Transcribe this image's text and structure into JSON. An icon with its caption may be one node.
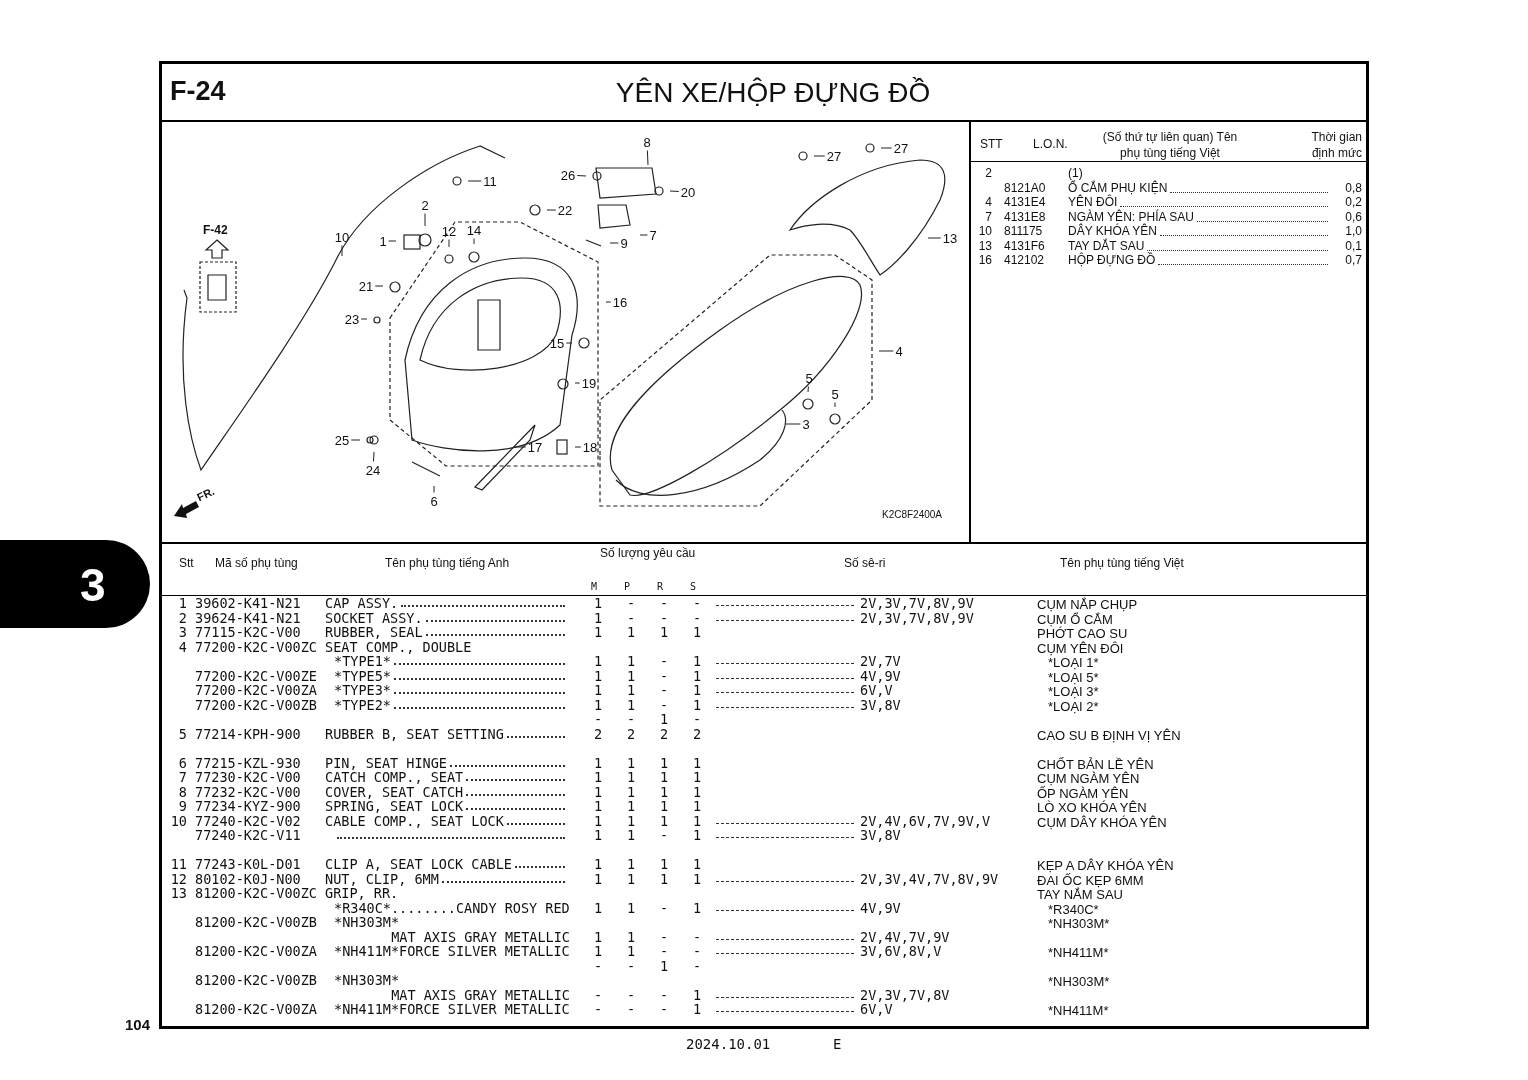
{
  "diagram": {
    "title": "YÊN XE/HỘP ĐỰNG ĐỒ",
    "nodes": [
      {
        "text": [
          "27"
        ]
      },
      {
        "text": [
          "8"
        ]
      },
      {
        "text": [
          "27"
        ]
      },
      {
        "text": [
          "26"
        ]
      },
      {
        "text": [
          "11"
        ]
      },
      {
        "text": [
          "20"
        ]
      },
      {
        "text": [
          "2"
        ]
      },
      {
        "text": [
          "22"
        ]
      },
      {
        "text": [
          "12"
        ]
      },
      {
        "text": [
          "14"
        ]
      },
      {
        "text": [
          "7"
        ]
      },
      {
        "text": [
          "10"
        ]
      },
      {
        "text": [
          "13"
        ]
      },
      {
        "text": [
          "1"
        ]
      },
      {
        "text": [
          "9"
        ]
      },
      {
        "text": [
          "21"
        ]
      },
      {
        "text": [
          "16"
        ]
      },
      {
        "text": [
          "23"
        ]
      },
      {
        "text": [
          "15"
        ]
      },
      {
        "text": [
          "4"
        ]
      },
      {
        "text": [
          "5"
        ]
      },
      {
        "text": [
          "19"
        ]
      },
      {
        "text": [
          "5"
        ]
      },
      {
        "text": [
          "3"
        ]
      },
      {
        "text": [
          "25"
        ]
      },
      {
        "text": [
          "17"
        ]
      },
      {
        "text": [
          "18"
        ]
      },
      {
        "text": [
          "24"
        ]
      },
      {
        "text": [
          "6"
        ]
      }
    ],
    "edges": [
      {
        "from": 0,
        "to": null,
        "arrow": "none"
      },
      {
        "from": 1,
        "to": null,
        "arrow": "none"
      },
      {
        "from": 2,
        "to": null,
        "arrow": "none"
      },
      {
        "from": 3,
        "to": null,
        "arrow": "none"
      },
      {
        "from": 4,
        "to": null,
        "arrow": "none"
      },
      {
        "from": 5,
        "to": null,
        "arrow": "none"
      },
      {
        "from": 6,
        "to": null,
        "arrow": "none"
      },
      {
        "from": 7,
        "to": null,
        "arrow": "none"
      },
      {
        "from": 8,
        "to": null,
        "arrow": "none"
      },
      {
        "from": 9,
        "to": null,
        "arrow": "none"
      },
      {
        "from": 10,
        "to": null,
        "arrow": "none"
      },
      {
        "from": 11,
        "to": null,
        "arrow": "none"
      },
      {
        "from": 12,
        "to": null,
        "arrow": "none"
      },
      {
        "from": 13,
        "to": null,
        "arrow": "none"
      },
      {
        "from": 14,
        "to": null,
        "arrow": "none"
      },
      {
        "from": 15,
        "to": null,
        "arrow": "none"
      },
      {
        "from": 16,
        "to": null,
        "arrow": "none"
      },
      {
        "from": 17,
        "to": null,
        "arrow": "none"
      },
      {
        "from": 18,
        "to": null,
        "arrow": "none"
      },
      {
        "from": 19,
        "to": null,
        "arrow": "none"
      },
      {
        "from": 20,
        "to": null,
        "arrow": "none"
      },
      {
        "from": 21,
        "to": null,
        "arrow": "none"
      },
      {
        "from": 22,
        "to": null,
        "arrow": "none"
      },
      {
        "from": 23,
        "to": null,
        "arrow": "none"
      },
      {
        "from": 24,
        "to": null,
        "arrow": "none"
      },
      {
        "from": 25,
        "to": null,
        "arrow": "none"
      },
      {
        "from": 26,
        "to": null,
        "arrow": "none"
      },
      {
        "from": 27,
        "to": null,
        "arrow": "none"
      },
      {
        "from": 28,
        "to": null,
        "arrow": "none"
      }
    ],
    "labels": [
      "F-24",
      "F-42",
      "FR.",
      "K2C8F2400A",
      "STT",
      "L.O.N.",
      "(Số thứ tự liên quan) Tên phụ tùng tiếng Việt",
      "Thời gian định mức",
      "2",
      "(1)",
      "8121A0",
      "Ổ CẮM PHỤ KIỆN",
      "0,8",
      "4",
      "4131E4",
      "YÊN ĐÔI",
      "0,2",
      "7",
      "4131E8",
      "NGÀM YÊN: PHÍA SAU",
      "0,6",
      "10",
      "811175",
      "DÂY KHÓA YÊN",
      "1,0",
      "13",
      "4131F6",
      "TAY DẮT SAU",
      "0,1",
      "16",
      "412102",
      "HỘP ĐỰNG ĐỒ",
      "0,7",
      "Stt",
      "Mã số phụ tùng",
      "Tên phụ tùng tiếng Anh",
      "Số lượng yêu cầu",
      "M",
      "P",
      "R",
      "S",
      "Số sê-ri",
      "Tên phụ tùng tiếng Việt",
      "1",
      "39602-K41-N21",
      "CAP ASSY.",
      "1",
      "-",
      "-",
      "-",
      "2V,3V,7V,8V,9V",
      "CỤM NẮP CHỤP",
      "2",
      "39624-K41-N21",
      "SOCKET ASSY.",
      "1",
      "-",
      "-",
      "-",
      "2V,3V,7V,8V,9V",
      "CỤM Ổ CẮM",
      "3",
      "77115-K2C-V00",
      "RUBBER, SEAL",
      "1",
      "1",
      "1",
      "1",
      "PHỚT CAO SU",
      "4",
      "77200-K2C-V00ZC",
      "SEAT COMP., DOUBLE",
      "CỤM YÊN ĐÔI",
      "*TYPE1*",
      "1",
      "1",
      "-",
      "1",
      "2V,7V",
      "*LOẠI 1*",
      "77200-K2C-V00ZE",
      "*TYPE5*",
      "1",
      "1",
      "-",
      "1",
      "4V,9V",
      "*LOẠI 5*",
      "77200-K2C-V00ZA",
      "*TYPE3*",
      "1",
      "1",
      "-",
      "1",
      "6V,V",
      "*LOẠI 3*",
      "77200-K2C-V00ZB",
      "*TYPE2*",
      "1",
      "1",
      "-",
      "1",
      "3V,8V",
      "*LOẠI 2*",
      "-",
      "-",
      "1",
      "-",
      "5",
      "77214-KPH-900",
      "RUBBER B, SEAT SETTING",
      "2",
      "2",
      "2",
      "2",
      "CAO SU B ĐỊNH VỊ YÊN",
      "6",
      "77215-KZL-930",
      "PIN, SEAT HINGE",
      "1",
      "1",
      "1",
      "1",
      "CHỐT BẢN LỀ YÊN",
      "7",
      "77230-K2C-V00",
      "CATCH COMP., SEAT",
      "1",
      "1",
      "1",
      "1",
      "CỤM NGÀM YÊN",
      "8",
      "77232-K2C-V00",
      "COVER, SEAT CATCH",
      "1",
      "1",
      "1",
      "1",
      "ỐP NGÀM YÊN",
      "9",
      "77234-KYZ-900",
      "SPRING, SEAT LOCK",
      "1",
      "1",
      "1",
      "1",
      "LÒ XO KHÓA YÊN",
      "10",
      "77240-K2C-V02",
      "CABLE COMP., SEAT LOCK",
      "1",
      "1",
      "1",
      "1",
      "2V,4V,6V,7V,9V,V",
      "CỤM DÂY KHÓA YÊN",
      "77240-K2C-V11",
      "1",
      "1",
      "-",
      "1",
      "3V,8V",
      "11",
      "77243-K0L-D01",
      "CLIP A, SEAT LOCK CABLE",
      "1",
      "1",
      "1",
      "1",
      "KẸP A DÂY KHÓA YÊN",
      "12",
      "80102-K0J-N00",
      "NUT, CLIP, 6MM",
      "1",
      "1",
      "1",
      "1",
      "2V,3V,4V,7V,8V,9V",
      "ĐAI ỐC KẸP 6MM",
      "13",
      "81200-K2C-V00ZC",
      "GRIP, RR.",
      "TAY NẮM SAU",
      "*R340C*........CANDY ROSY RED",
      "1",
      "1",
      "-",
      "1",
      "4V,9V",
      "*R340C*",
      "81200-K2C-V00ZB",
      "*NH303M*",
      "*NH303M*",
      "MAT AXIS GRAY METALLIC",
      "1",
      "1",
      "-",
      "-",
      "2V,4V,7V,9V",
      "81200-K2C-V00ZA",
      "*NH411M*FORCE SILVER METALLIC",
      "1",
      "1",
      "-",
      "-",
      "3V,6V,8V,V",
      "*NH411M*",
      "-",
      "-",
      "1",
      "-",
      "81200-K2C-V00ZB",
      "*NH303M*",
      "*NH303M*",
      "MAT AXIS GRAY METALLIC",
      "-",
      "-",
      "-",
      "1",
      "2V,3V,7V,8V",
      "81200-K2C-V00ZA",
      "*NH411M*FORCE SILVER METALLIC",
      "-",
      "-",
      "-",
      "1",
      "6V,V",
      "*NH411M*",
      "3",
      "104",
      "2024.10.01",
      "E"
    ]
  }
}
